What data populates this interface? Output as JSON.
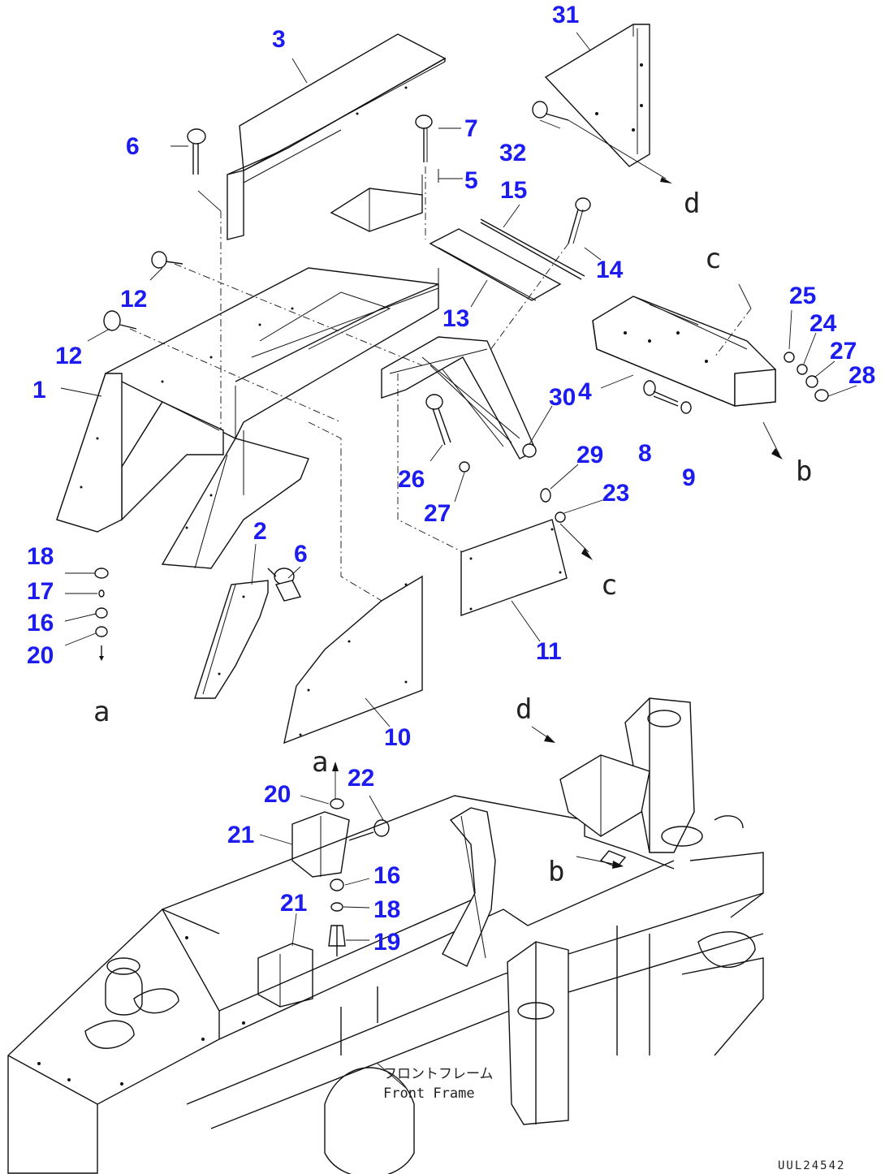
{
  "labels": {
    "p1": "1",
    "p2": "2",
    "p3": "3",
    "p4": "4",
    "p5": "5",
    "p6a": "6",
    "p6b": "6",
    "p7": "7",
    "p8": "8",
    "p9": "9",
    "p10": "10",
    "p11": "11",
    "p12a": "12",
    "p12b": "12",
    "p13": "13",
    "p14": "14",
    "p15": "15",
    "p16a": "16",
    "p16b": "16",
    "p17": "17",
    "p18a": "18",
    "p18b": "18",
    "p19": "19",
    "p20a": "20",
    "p20b": "20",
    "p21a": "21",
    "p21b": "21",
    "p22": "22",
    "p23": "23",
    "p24": "24",
    "p25": "25",
    "p26": "26",
    "p27a": "27",
    "p27b": "27",
    "p28": "28",
    "p29": "29",
    "p30": "30",
    "p31": "31",
    "p32": "32"
  },
  "view_refs": {
    "a1": "a",
    "a2": "a",
    "b1": "b",
    "b2": "b",
    "c1": "c",
    "c2": "c",
    "d1": "d",
    "d2": "d"
  },
  "caption": {
    "japanese": "フロントフレーム",
    "english": "Front Frame"
  },
  "drawing_code": "UUL24542",
  "colors": {
    "part_number": "#1c1cf0",
    "line": "#111111"
  }
}
